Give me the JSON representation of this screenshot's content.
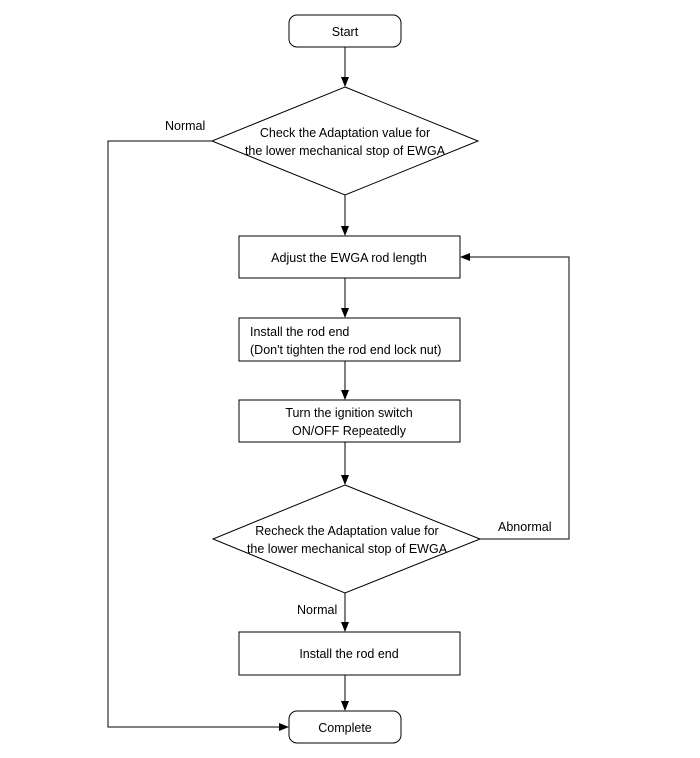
{
  "diagram": {
    "nodes": {
      "start": {
        "lines": [
          "Start"
        ]
      },
      "check": {
        "lines": [
          "Check the Adaptation value for",
          "the lower mechanical stop of EWGA"
        ]
      },
      "adjust": {
        "lines": [
          "Adjust the EWGA rod length"
        ]
      },
      "install_rod_end": {
        "lines": [
          "Install the rod end",
          "(Don't tighten the rod end lock nut)"
        ]
      },
      "ignition": {
        "lines": [
          "Turn the ignition switch",
          "ON/OFF  Repeatedly"
        ]
      },
      "recheck": {
        "lines": [
          "Recheck the Adaptation value for",
          "the lower mechanical stop of EWGA"
        ]
      },
      "install_final": {
        "lines": [
          "Install the rod end"
        ]
      },
      "complete": {
        "lines": [
          "Complete"
        ]
      }
    },
    "edge_labels": {
      "normal_top": "Normal",
      "abnormal": "Abnormal",
      "normal_bottom": "Normal"
    }
  }
}
